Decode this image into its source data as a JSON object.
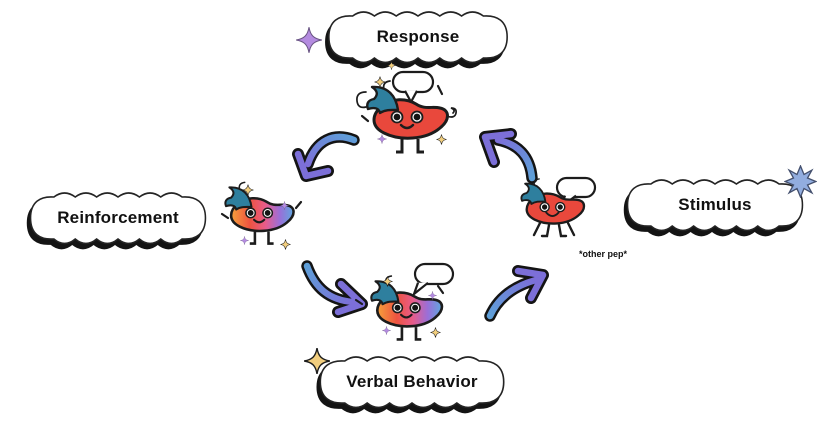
{
  "diagram": {
    "nodes": {
      "response": {
        "label": "Response"
      },
      "reinforcement": {
        "label": "Reinforcement"
      },
      "stimulus": {
        "label": "Stimulus"
      },
      "verbal_behavior": {
        "label": "Verbal Behavior"
      }
    },
    "annotations": {
      "other_pep": "*other pep*"
    },
    "edges": [
      {
        "from": "response",
        "to": "reinforcement",
        "direction": "down-left"
      },
      {
        "from": "reinforcement",
        "to": "verbal_behavior",
        "direction": "down-right"
      },
      {
        "from": "verbal_behavior",
        "to": "stimulus",
        "direction": "up-right"
      },
      {
        "from": "stimulus",
        "to": "response",
        "direction": "up-left"
      }
    ],
    "characters": {
      "top": {
        "type": "red chili pepper",
        "speech_bubble": true
      },
      "left": {
        "type": "rainbow chili pepper",
        "speech_bubble": false
      },
      "bottom": {
        "type": "rainbow chili pepper",
        "speech_bubble": true
      },
      "right": {
        "type": "red chili pepper",
        "speech_bubble": true
      }
    },
    "icons": {
      "response_marker": "purple-four-point-sparkle",
      "stimulus_marker": "blue-eight-point-star",
      "verbal_behavior_marker": "gold-four-point-sparkle"
    },
    "colors": {
      "background": "#FFFFFF",
      "outline": "#1C1C1C",
      "pepper_red": "#E9483C",
      "stem_teal": "#2E7F9E",
      "rainbow": [
        "#F6A13B",
        "#EE5340",
        "#E85C8B",
        "#9A6FD8",
        "#5FA8E0"
      ],
      "arrow_blue": "#5E9FD8",
      "arrow_purple": "#7C6FD8",
      "sparkle_purple": "#B48BE0",
      "sparkle_gold": "#F2CE7E",
      "star_blue": "#92ADDF"
    }
  }
}
